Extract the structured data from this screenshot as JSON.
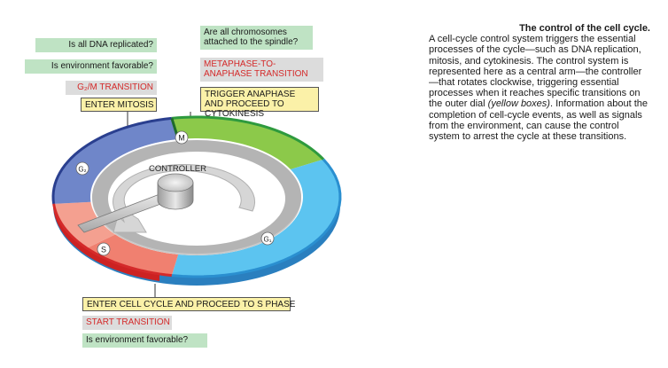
{
  "questions": {
    "chromosomes_attached": "Are all chromosomes attached to the spindle?",
    "dna_replicated": "Is all DNA replicated?",
    "environment_top": "Is environment favorable?",
    "environment_bottom": "Is environment favorable?"
  },
  "transitions": {
    "g2m": "G₂/M TRANSITION",
    "metaphase_anaphase": "METAPHASE-TO-ANAPHASE TRANSITION",
    "start": "START TRANSITION"
  },
  "actions": {
    "enter_mitosis": "ENTER MITOSIS",
    "trigger_anaphase": "TRIGGER ANAPHASE AND PROCEED TO CYTOKINESIS",
    "enter_cell_cycle": "ENTER CELL CYCLE AND PROCEED TO S PHASE"
  },
  "phases": {
    "m": "M",
    "g1": "G₁",
    "g2": "G₂",
    "s": "S"
  },
  "controller_label": "CONTROLLER",
  "caption": {
    "title": "The control of the cell cycle.",
    "body_1": "A cell-cycle control system triggers the essential processes of the cycle—such as DNA replication, mitosis, and cytokinesis. The control system is represented here as a central arm—the controller—that rotates clockwise, triggering essential processes when it reaches specific transitions on the outer dial ",
    "body_italic": "(yellow boxes)",
    "body_2": ". Information about the completion of cell-cycle events, as well as signals from the environment, can cause the control system to arrest the cycle at these transitions."
  },
  "colors": {
    "m_phase": "#8cc94a",
    "g1_phase": "#5cc4f0",
    "g2_phase": "#6f86c9",
    "s_phase": "#f08070",
    "red_rim": "#d42a2a",
    "dark_green_rim": "#2e9a3e",
    "navy_rim": "#2a3f8f",
    "blue_rim": "#2a8fd0"
  }
}
